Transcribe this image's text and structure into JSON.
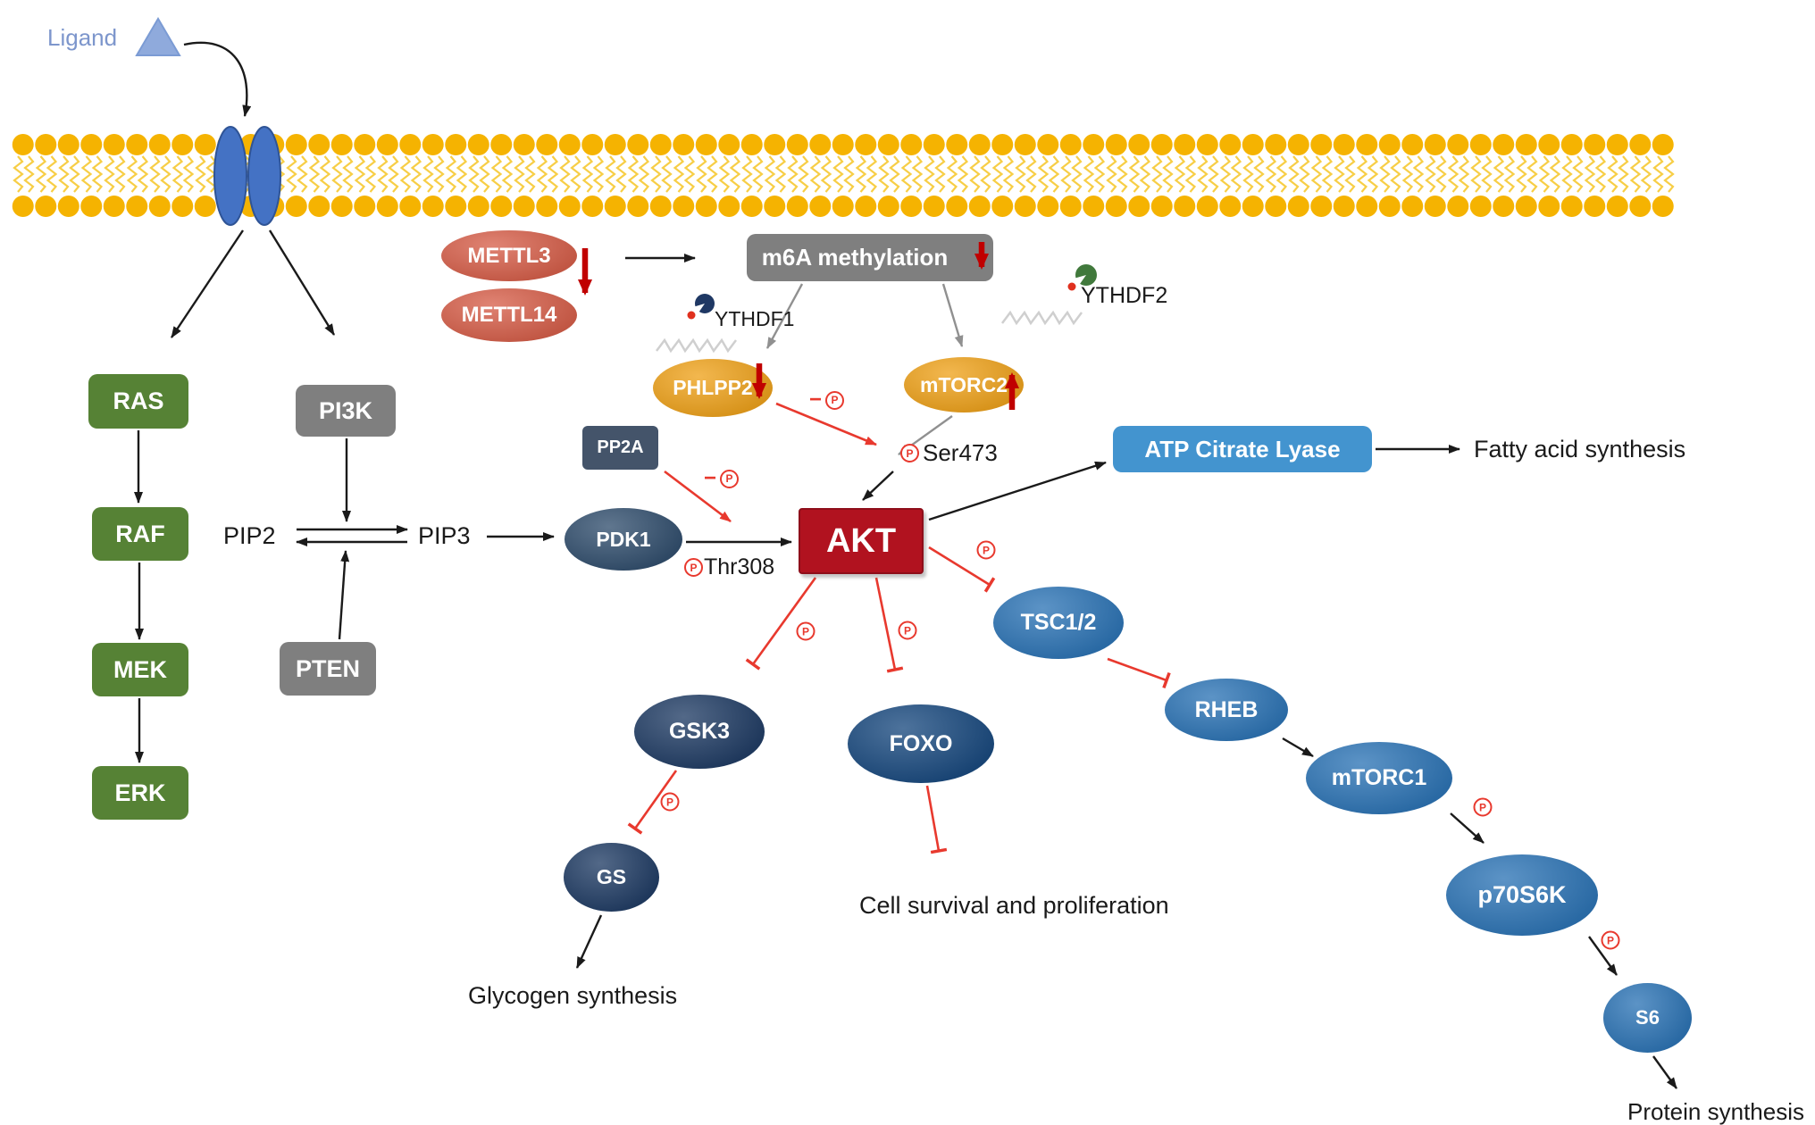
{
  "labels": {
    "ligand": "Ligand",
    "ras": "RAS",
    "raf": "RAF",
    "mek": "MEK",
    "erk": "ERK",
    "pi3k": "PI3K",
    "pten": "PTEN",
    "pip2": "PIP2",
    "pip3": "PIP3",
    "mettl3": "METTL3",
    "mettl14": "METTL14",
    "m6a_methylation": "m6A methylation",
    "ythdf1": "YTHDF1",
    "ythdf2": "YTHDF2",
    "phlpp2": "PHLPP2",
    "mtorc2": "mTORC2",
    "pp2a": "PP2A",
    "pdk1": "PDK1",
    "ser473": "Ser473",
    "thr308": "Thr308",
    "akt": "AKT",
    "atp_citrate_lyase": "ATP Citrate Lyase",
    "fatty_acid_synthesis": "Fatty acid synthesis",
    "gsk3": "GSK3",
    "gs": "GS",
    "glycogen_synthesis": "Glycogen synthesis",
    "foxo": "FOXO",
    "cell_survival": "Cell survival and proliferation",
    "tsc12": "TSC1/2",
    "rheb": "RHEB",
    "mtorc1": "mTORC1",
    "p70s6k": "p70S6K",
    "s6": "S6",
    "protein_synthesis": "Protein synthesis",
    "phospho": "P",
    "minus": "−"
  },
  "icons": {
    "ligand_icon": "light-blue-triangle",
    "receptor_icon": "dual-blue-ellipse-transmembrane-receptor",
    "membrane_icon": "lipid-bilayer-yellow-heads-zigzag-tails",
    "ythdf1_reader_icon": "dark-blue-pacman-with-red-dot",
    "ythdf2_reader_icon": "green-pacman-with-red-dot",
    "mrna_icon": "gray-zigzag-strand",
    "phospho_badge_icon": "red-circled-P",
    "downregulation_icon": "thick-red-down-arrow",
    "upregulation_icon": "thick-red-up-arrow",
    "inhibition_icon": "red-t-bar",
    "activation_icon": "black-arrow"
  },
  "colors": {
    "membrane_head": "#F5B301",
    "membrane_tail": "#F7CE46",
    "receptor": "#4472C4",
    "green_node": "#568235",
    "gray_node": "#7F7F7F",
    "red_node": "#D7604B",
    "gold_node": "#EFA31D",
    "slate_node": "#44546A",
    "navy_node": "#33506F",
    "dark_blue_node": "#223E66",
    "foxo_node": "#1B4B80",
    "blue_node": "#2E75B6",
    "akt_red": "#B1121F",
    "light_blue_box": "#4394CF",
    "inhibition_red": "#E8392E",
    "regulation_red": "#C00000"
  },
  "edges": [
    "Ligand → Receptor",
    "Receptor → RAS",
    "Receptor → PI3K",
    "RAS → RAF",
    "RAF → MEK",
    "MEK → ERK",
    "PI3K → PIP2/PIP3 conversion",
    "PTEN → PIP3 to PIP2 reversal",
    "PIP3 → PDK1",
    "PDK1 → AKT (P Thr308)",
    "METTL3/METTL14 (down) → m6A methylation (down)",
    "m6A methylation → PHLPP2 via YTHDF1 (down)",
    "m6A methylation → mTORC2 via YTHDF2 (up)",
    "PHLPP2 ⊣ AKT Ser473 (−P)",
    "mTORC2 → AKT Ser473 (P)",
    "PP2A ⊣ AKT (−P)",
    "AKT → ATP Citrate Lyase",
    "ATP Citrate Lyase → Fatty acid synthesis",
    "AKT ⊣ GSK3 (P)",
    "GSK3 ⊣ GS (P)",
    "GS → Glycogen synthesis",
    "AKT ⊣ FOXO (P)",
    "FOXO ⊣ Cell survival and proliferation",
    "AKT ⊣ TSC1/2 (P)",
    "TSC1/2 ⊣ RHEB",
    "RHEB → mTORC1",
    "mTORC1 → p70S6K (P)",
    "p70S6K → S6 (P)",
    "S6 → Protein synthesis"
  ]
}
